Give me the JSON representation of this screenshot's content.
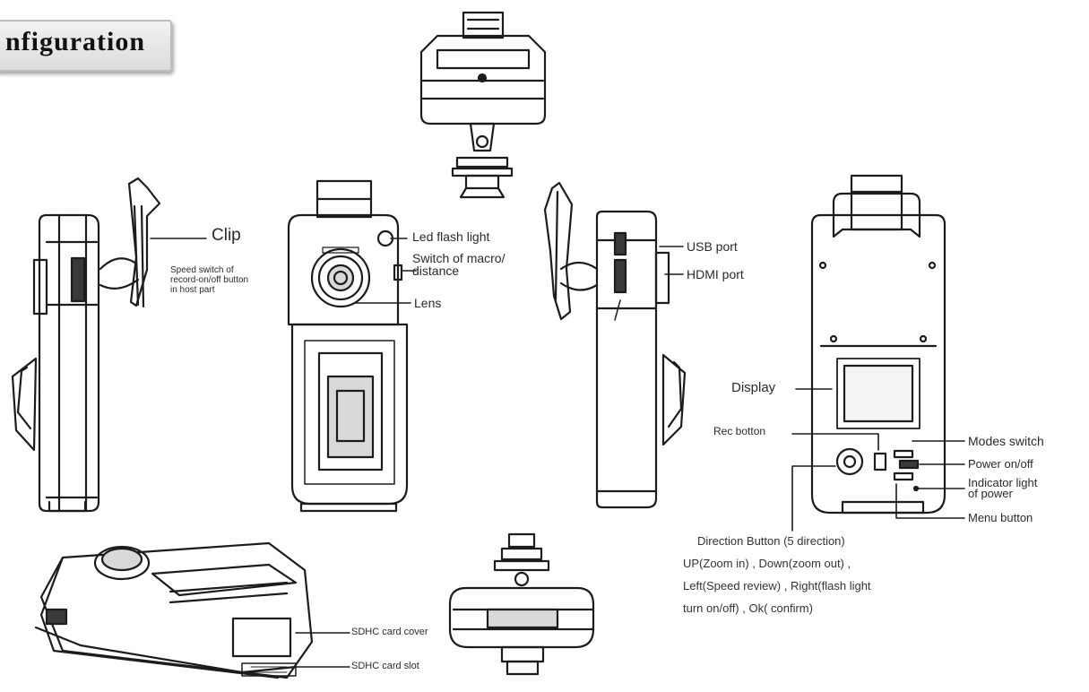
{
  "title": "nfiguration",
  "labels": {
    "clip": "Clip",
    "speed_switch_l1": "Speed switch of",
    "speed_switch_l2": "record-on/off button",
    "speed_switch_l3": "in host part",
    "led_flash": "Led flash light",
    "switch_macro_l1": "Switch of macro/",
    "switch_macro_l2": "distance",
    "lens": "Lens",
    "usb_port": "USB port",
    "hdmi_port": "HDMI port",
    "display": "Display",
    "rec_button": "Rec botton",
    "modes_switch": "Modes switch",
    "power": "Power on/off",
    "indicator_l1": "Indicator light",
    "indicator_l2": "of power",
    "menu_button": "Menu button",
    "dir_l1": "Direction Button (5 direction)",
    "dir_l2": "UP(Zoom in) ,    Down(zoom out) ,",
    "dir_l3": "Left(Speed review) ,    Right(flash light",
    "dir_l4": "turn on/off) ,   Ok( confirm)",
    "sdhc_cover": "SDHC card cover",
    "sdhc_slot": "SDHC card slot"
  },
  "colors": {
    "line": "#1c1c1c",
    "body_fill": "#ffffff",
    "shade": "#d9d9d9",
    "dark": "#3a3a3a"
  },
  "icons": [
    "camera-top-view",
    "camera-left-side-view",
    "camera-front-view",
    "camera-right-side-view",
    "camera-back-view",
    "camera-lying-view",
    "camera-bottom-view"
  ]
}
